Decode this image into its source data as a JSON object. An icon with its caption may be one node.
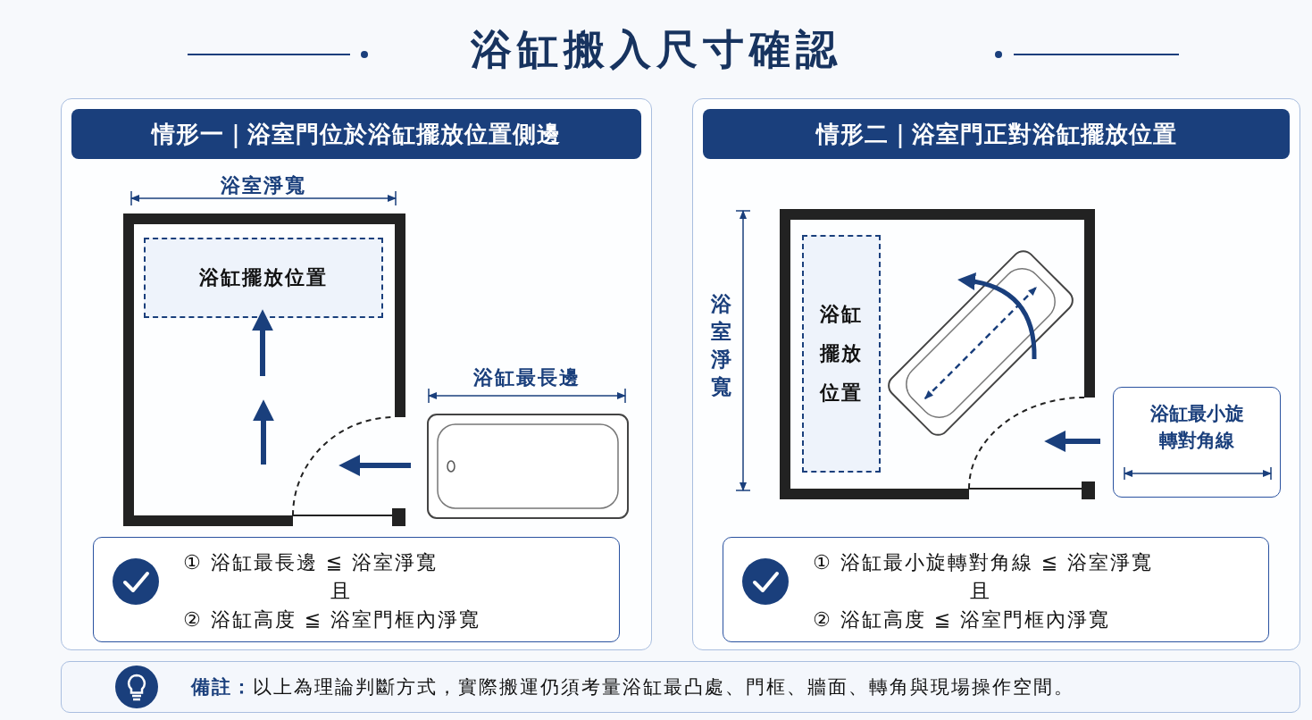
{
  "diagram": {
    "title": "浴缸搬入尺寸確認",
    "nodes": [
      {
        "text": [
          "情形一｜浴室門位於浴缸擺放位置側邊"
        ]
      },
      {
        "text": [],
        "shape": "room",
        "in": 0
      },
      {
        "text": [
          "浴缸擺放位置"
        ],
        "in": 1
      },
      {
        "text": [],
        "shape": "bathtub",
        "in": 0
      },
      {
        "text": [
          "① 浴缸最長邊 ≦ 浴室淨寬",
          "且",
          "② 浴缸高度 ≦ 浴室門框內淨寬"
        ],
        "in": 0
      },
      {
        "text": [
          "情形二｜浴室門正對浴缸擺放位置"
        ]
      },
      {
        "text": [],
        "shape": "room",
        "in": 5
      },
      {
        "text": [
          "浴缸擺放位置"
        ],
        "in": 6
      },
      {
        "text": [],
        "shape": "bathtub",
        "in": 6
      },
      {
        "text": [
          "浴缸最小旋轉對角線"
        ],
        "in": 5
      },
      {
        "text": [
          "① 浴缸最小旋轉對角線 ≦ 浴室淨寬",
          "且",
          "② 浴缸高度 ≦ 浴室門框內淨寬"
        ],
        "in": 5
      },
      {
        "text": [
          "**備註：**以上為理論判斷方式，實際搬運仍須考量浴缸最凸處、門框、牆面、轉角與現場操作空間。"
        ]
      }
    ],
    "edges": [
      {
        "from": null,
        "to": 2,
        "arrow": "to"
      },
      {
        "from": 3,
        "to": 1,
        "arrow": "to"
      },
      {
        "from": 9,
        "to": 6,
        "arrow": "to"
      }
    ],
    "labels": [
      "浴室淨寬",
      "浴缸最長邊",
      "浴室淨寬"
    ]
  }
}
